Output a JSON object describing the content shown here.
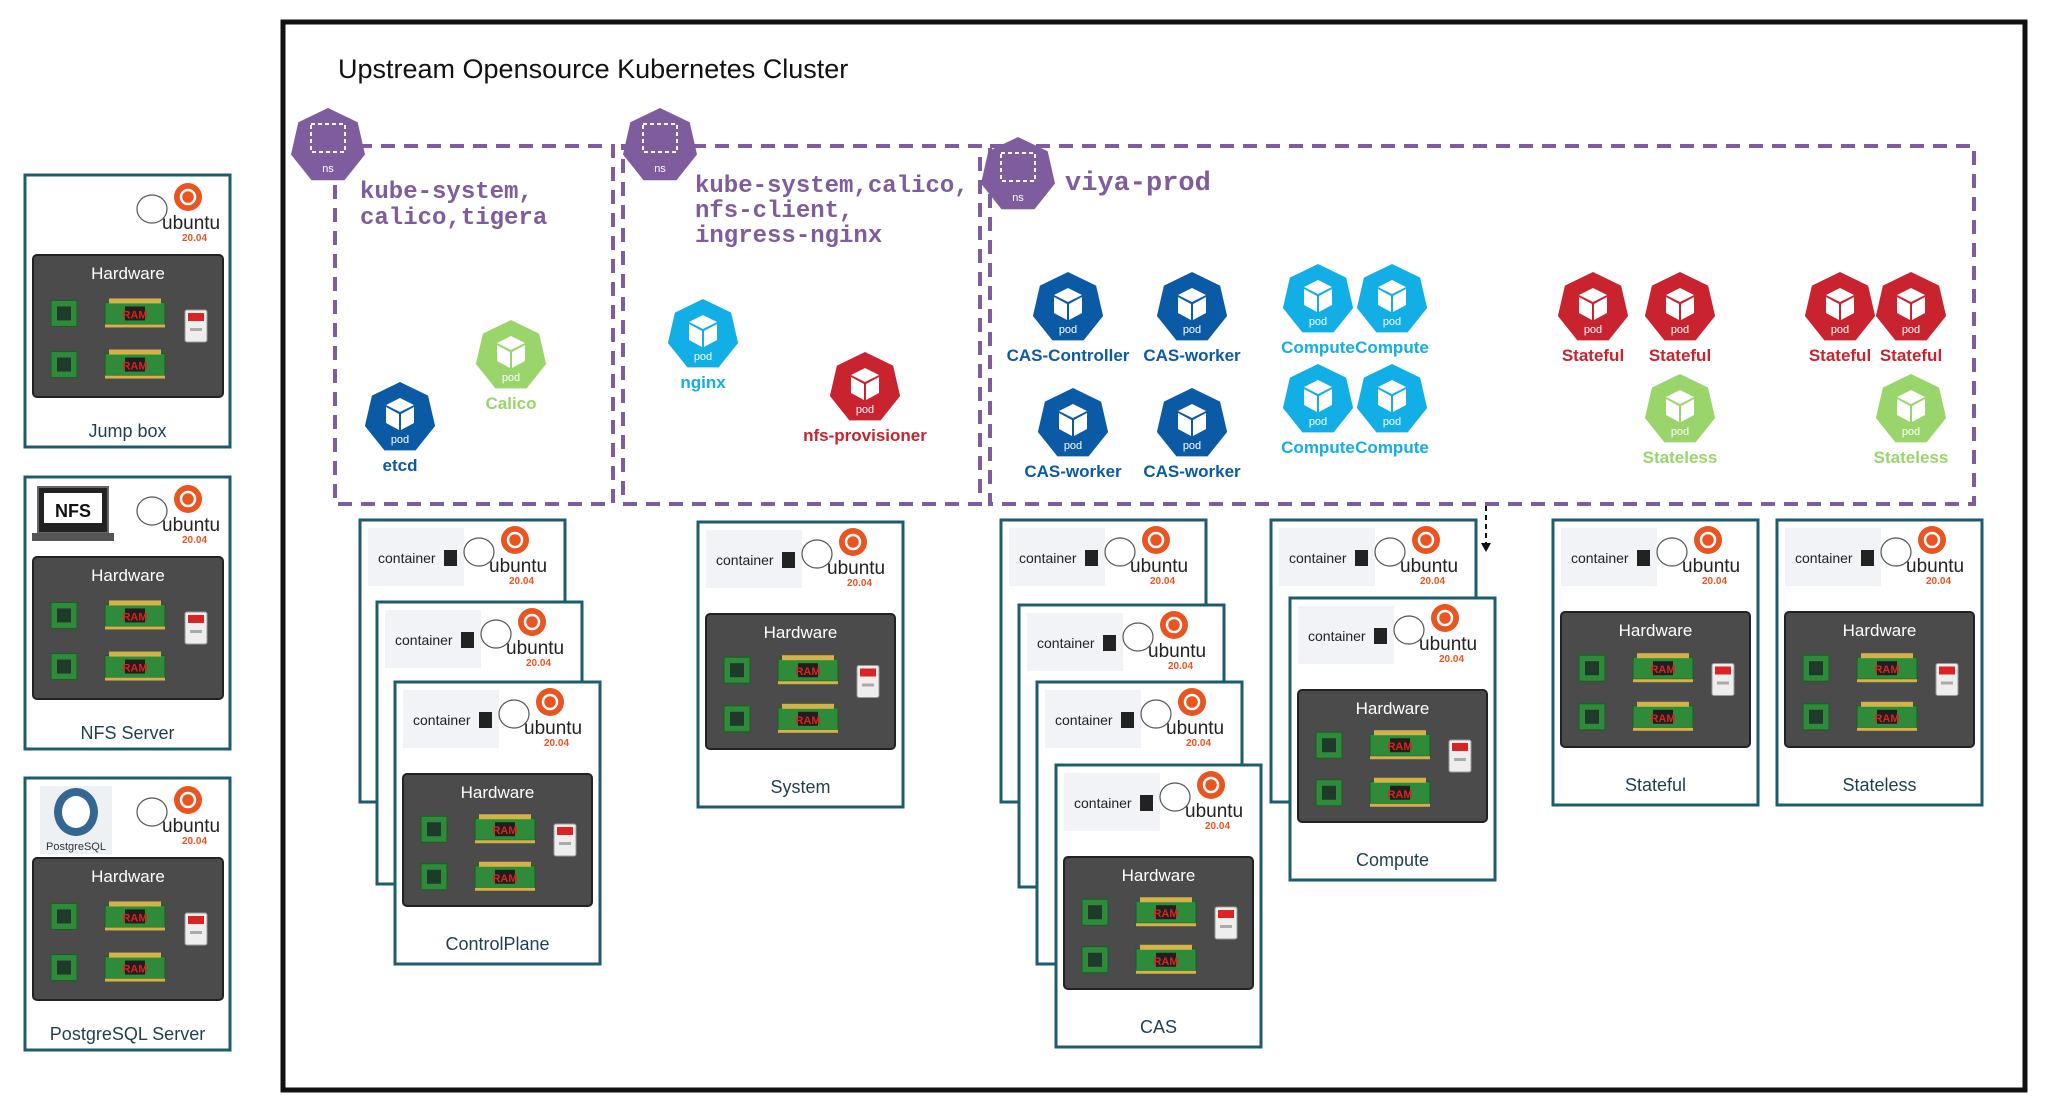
{
  "cluster": {
    "title": "Upstream Opensource Kubernetes Cluster"
  },
  "colors": {
    "ns": "#7E5C9E",
    "pod_blue_dark": "#0B5AA6",
    "pod_blue_light": "#12AEE6",
    "pod_red": "#C8232E",
    "pod_green": "#9AD56B",
    "ubuntu": "#E95420",
    "box_border": "#1C5C6E",
    "hw": "#4B4B4B"
  },
  "icons": {
    "ns_label": "ns",
    "pod_label": "pod",
    "hardware": "Hardware",
    "ram": "RAM",
    "ssd": "SSD",
    "containerd": "container",
    "ubuntu": "ubuntu",
    "ubuntu_version": "20.04",
    "nfs": "NFS",
    "postgresql": "PostgreSQL"
  },
  "namespaces": [
    {
      "label": "kube-system,\ncalico,tigera",
      "icon": "ns-hexagon-icon"
    },
    {
      "label": "kube-system,calico,\nnfs-client,\ningress-nginx",
      "icon": "ns-hexagon-icon"
    },
    {
      "label": "viya-prod",
      "icon": "ns-hexagon-icon"
    }
  ],
  "pods": [
    {
      "label": "Calico",
      "color": "green"
    },
    {
      "label": "etcd",
      "color": "blue_dark"
    },
    {
      "label": "nginx",
      "color": "blue_light"
    },
    {
      "label": "nfs-provisioner",
      "color": "red"
    },
    {
      "label": "CAS-Controller",
      "color": "blue_dark"
    },
    {
      "label": "CAS-worker",
      "color": "blue_dark"
    },
    {
      "label": "CAS-worker",
      "color": "blue_dark"
    },
    {
      "label": "CAS-worker",
      "color": "blue_dark"
    },
    {
      "label": "Compute",
      "color": "blue_light"
    },
    {
      "label": "Compute",
      "color": "blue_light"
    },
    {
      "label": "Compute",
      "color": "blue_light"
    },
    {
      "label": "Compute",
      "color": "blue_light"
    },
    {
      "label": "Stateful",
      "color": "red"
    },
    {
      "label": "Stateful",
      "color": "red"
    },
    {
      "label": "Stateless",
      "color": "green"
    },
    {
      "label": "Stateful",
      "color": "red"
    },
    {
      "label": "Stateful",
      "color": "red"
    },
    {
      "label": "Stateless",
      "color": "green"
    }
  ],
  "external_servers": [
    {
      "label": "Jump box"
    },
    {
      "label": "NFS Server"
    },
    {
      "label": "PostgreSQL Server"
    }
  ],
  "node_pools": [
    {
      "label": "ControlPlane"
    },
    {
      "label": "System"
    },
    {
      "label": "CAS"
    },
    {
      "label": "Compute"
    },
    {
      "label": "Stateful"
    },
    {
      "label": "Stateless"
    }
  ]
}
